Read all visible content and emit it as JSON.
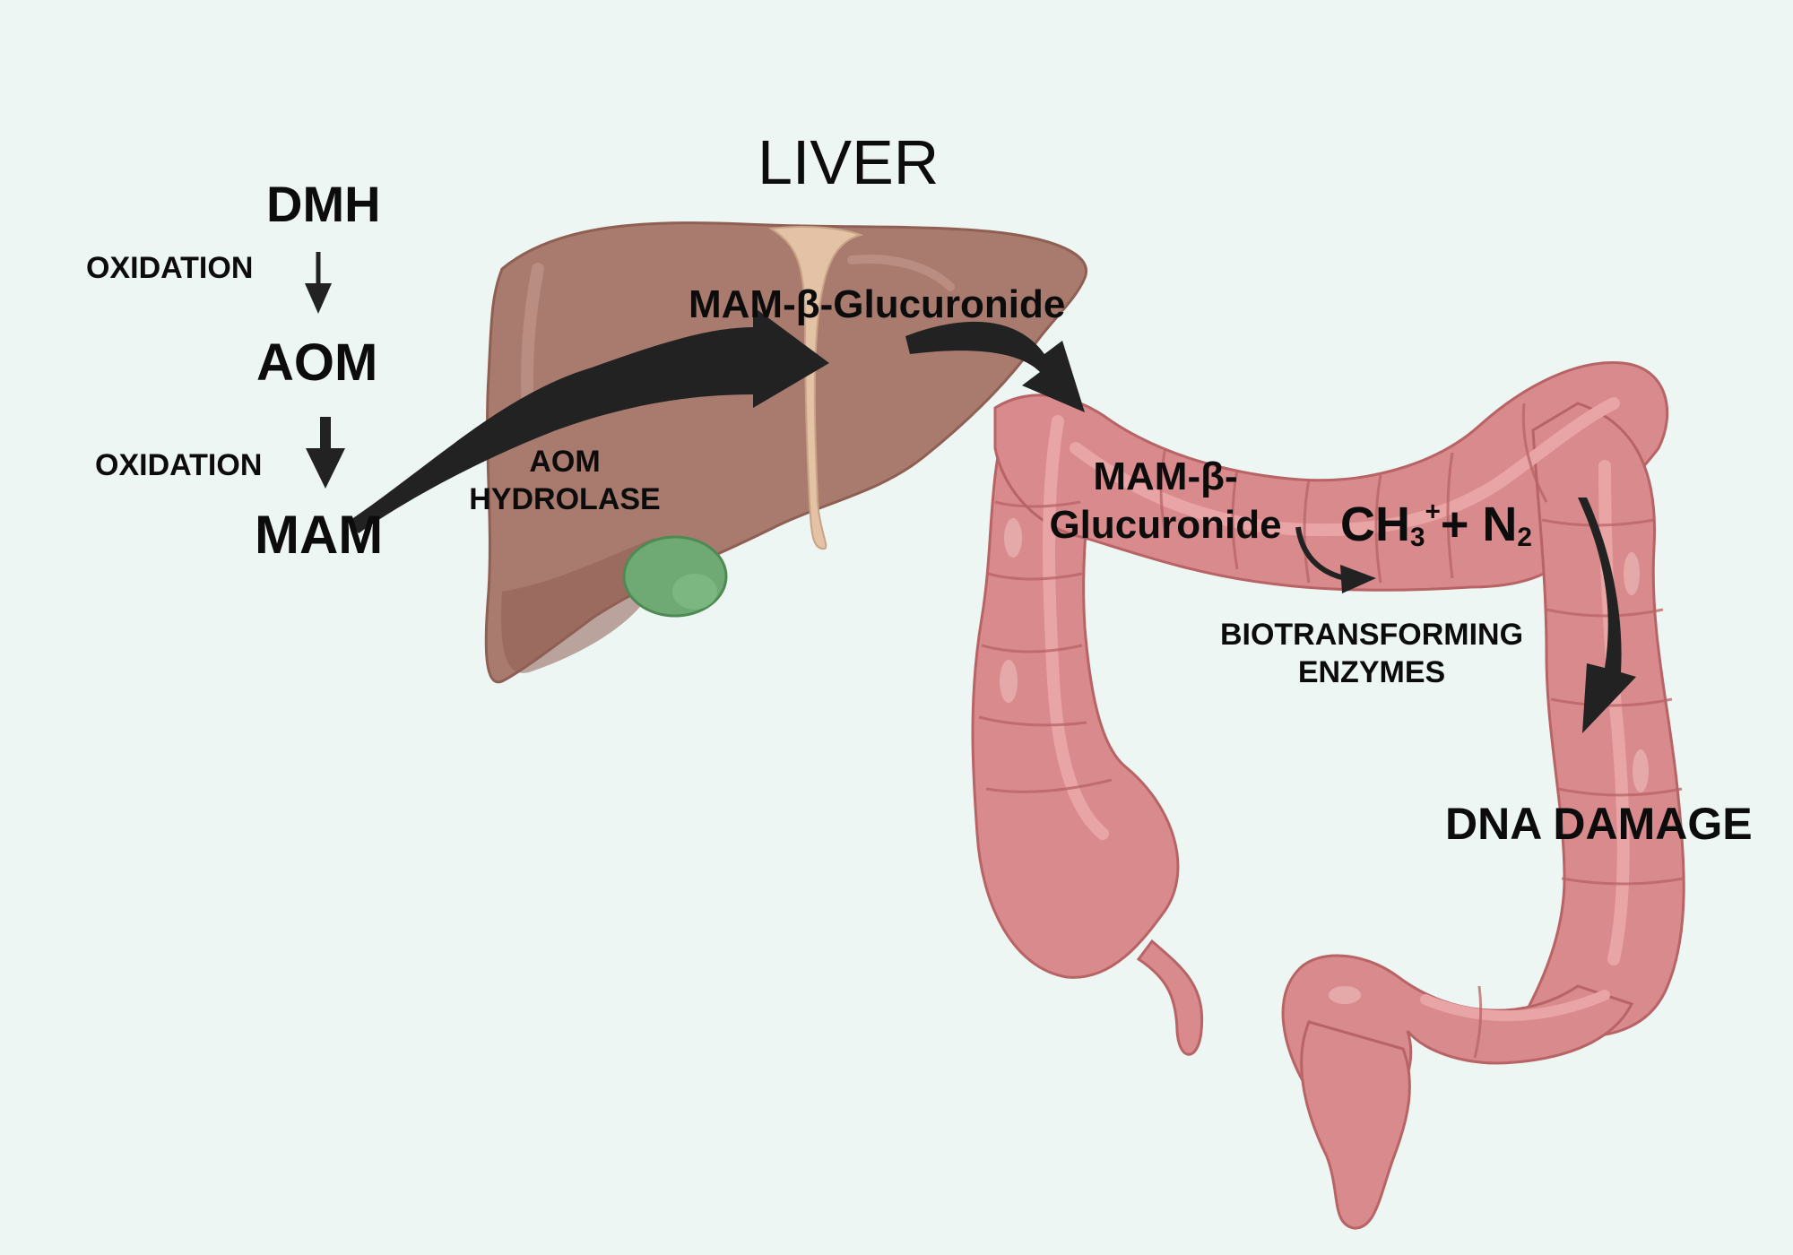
{
  "labels": {
    "liver_title": "LIVER",
    "dmh": "DMH",
    "oxidation_1": "OXIDATION",
    "aom": "AOM",
    "oxidation_2": "OXIDATION",
    "mam": "MAM",
    "aom_hydrolase_line1": "AOM",
    "aom_hydrolase_line2": "HYDROLASE",
    "mam_glucuronide_liver": "MAM-β-Glucuronide",
    "mam_glucuronide_colon_line1": "MAM-β-",
    "mam_glucuronide_colon_line2": "Glucuronide",
    "methyl_main": "CH",
    "methyl_sub": "3",
    "methyl_sup": "+",
    "plus_n": "+ N",
    "n_sub": "2",
    "biotransforming_line1": "BIOTRANSFORMING",
    "biotransforming_line2": "ENZYMES",
    "dna_damage": "DNA DAMAGE"
  },
  "colors": {
    "background": "#eef6f3",
    "liver": "#a97a6e",
    "liver_shadow": "#8f5f54",
    "ligament": "#e3c2a6",
    "gallbladder": "#6faa74",
    "colon": "#d88a8c",
    "colon_outline": "#b86366",
    "colon_inner": "#e9a4a5",
    "arrow": "#222222",
    "text": "#0c0c0c"
  },
  "icons": {
    "liver": "liver-organ-icon",
    "gallbladder": "gallbladder-icon",
    "colon": "colon-organ-icon"
  }
}
